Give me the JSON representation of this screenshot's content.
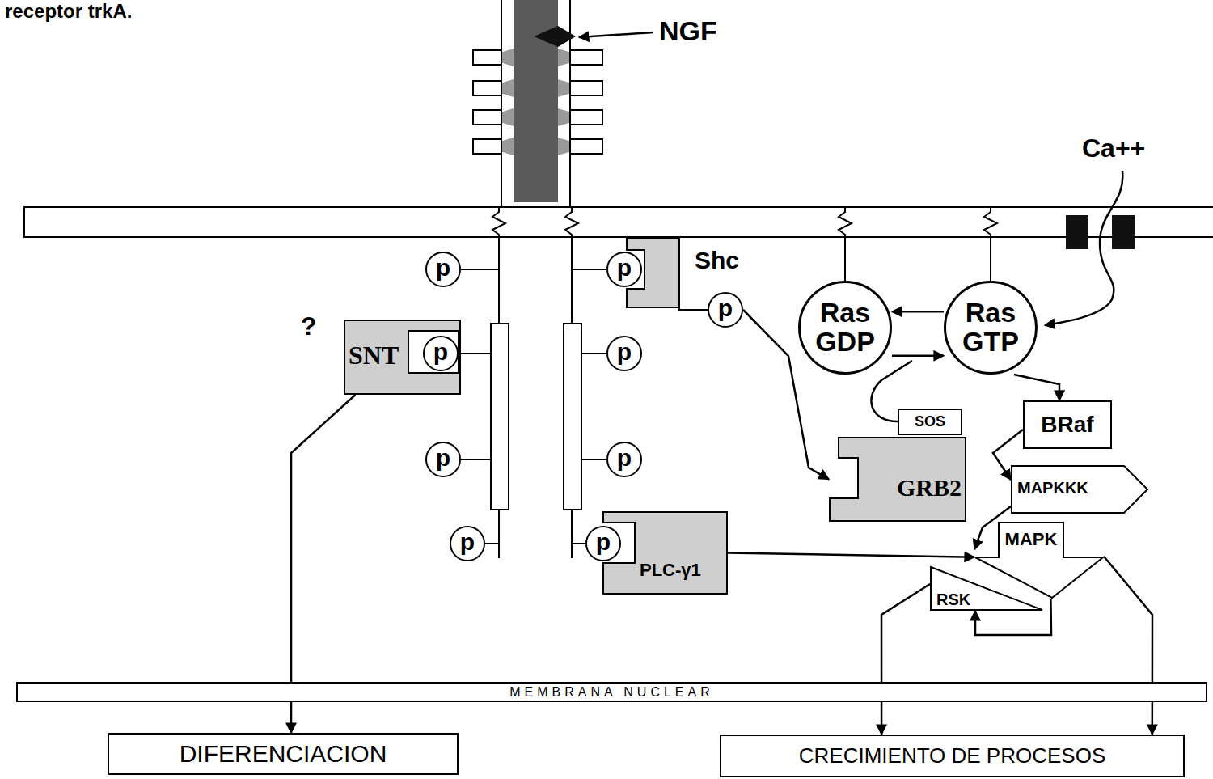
{
  "diagram": {
    "title": "receptor trkA.",
    "nodes": [
      {
        "text": [
          "p"
        ]
      },
      {
        "text": [
          "Shc"
        ]
      },
      {
        "text": [
          "p"
        ],
        "in": 1
      },
      {
        "text": [
          "p"
        ]
      },
      {
        "text": [
          "Ras GDP"
        ]
      },
      {
        "text": [
          "Ras GTP"
        ]
      },
      {
        "text": [
          "SNT"
        ]
      },
      {
        "text": [
          "p"
        ],
        "in": 6
      },
      {
        "text": [
          "p"
        ]
      },
      {
        "text": [
          "SOS"
        ]
      },
      {
        "text": [
          "GRB2"
        ]
      },
      {
        "text": [
          "BRaf"
        ]
      },
      {
        "text": [
          "MAPKKK"
        ]
      },
      {
        "text": [
          "p"
        ]
      },
      {
        "text": [
          "p"
        ]
      },
      {
        "text": [
          "p"
        ]
      },
      {
        "text": [
          "PLC-γ1"
        ]
      },
      {
        "text": [
          "p"
        ],
        "in": 16
      },
      {
        "text": [
          "MAPK"
        ]
      },
      {
        "text": [
          "RSK"
        ]
      },
      {
        "text": [
          "MEMBRANA NUCLEAR"
        ]
      },
      {
        "text": [
          "DIFERENCIACION"
        ]
      },
      {
        "text": [
          "CRECIMIENTO DE PROCESOS"
        ]
      }
    ],
    "edges": [
      {
        "from": 6,
        "to": 21,
        "arrow": "to"
      },
      {
        "from": 3,
        "to": 10,
        "arrow": "to"
      },
      {
        "from": 5,
        "to": 4,
        "arrow": "to"
      },
      {
        "from": 4,
        "to": 5,
        "arrow": "to"
      },
      {
        "from": 5,
        "to": 11,
        "arrow": "to"
      },
      {
        "from": 11,
        "to": 12,
        "arrow": "to"
      },
      {
        "from": 12,
        "to": 18,
        "arrow": "to"
      },
      {
        "from": 16,
        "to": 18,
        "arrow": "to"
      },
      {
        "from": 18,
        "to": 19,
        "arrow": "to"
      },
      {
        "from": 19,
        "to": 22,
        "arrow": "to"
      },
      {
        "from": 18,
        "to": 22,
        "arrow": "to"
      }
    ],
    "labels": [
      "NGF",
      "Ca++",
      "?"
    ]
  }
}
